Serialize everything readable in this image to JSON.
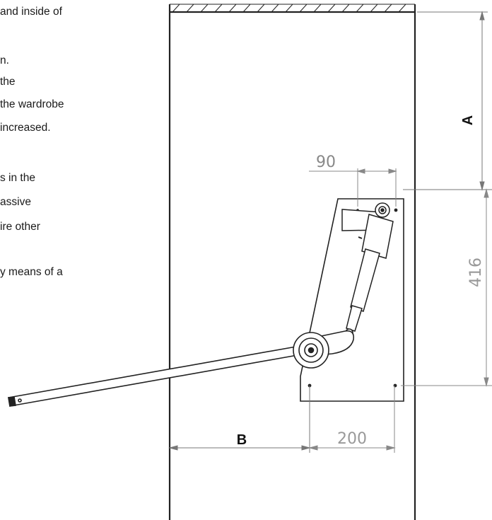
{
  "text_lines": [
    "and inside of",
    "n.",
    "the",
    "the wardrobe",
    " increased.",
    "s in the",
    "assive",
    "ire other",
    "y means of a"
  ],
  "dimensions": {
    "A": "A",
    "B": "B",
    "d90": "90",
    "d416": "416",
    "d200": "200"
  }
}
